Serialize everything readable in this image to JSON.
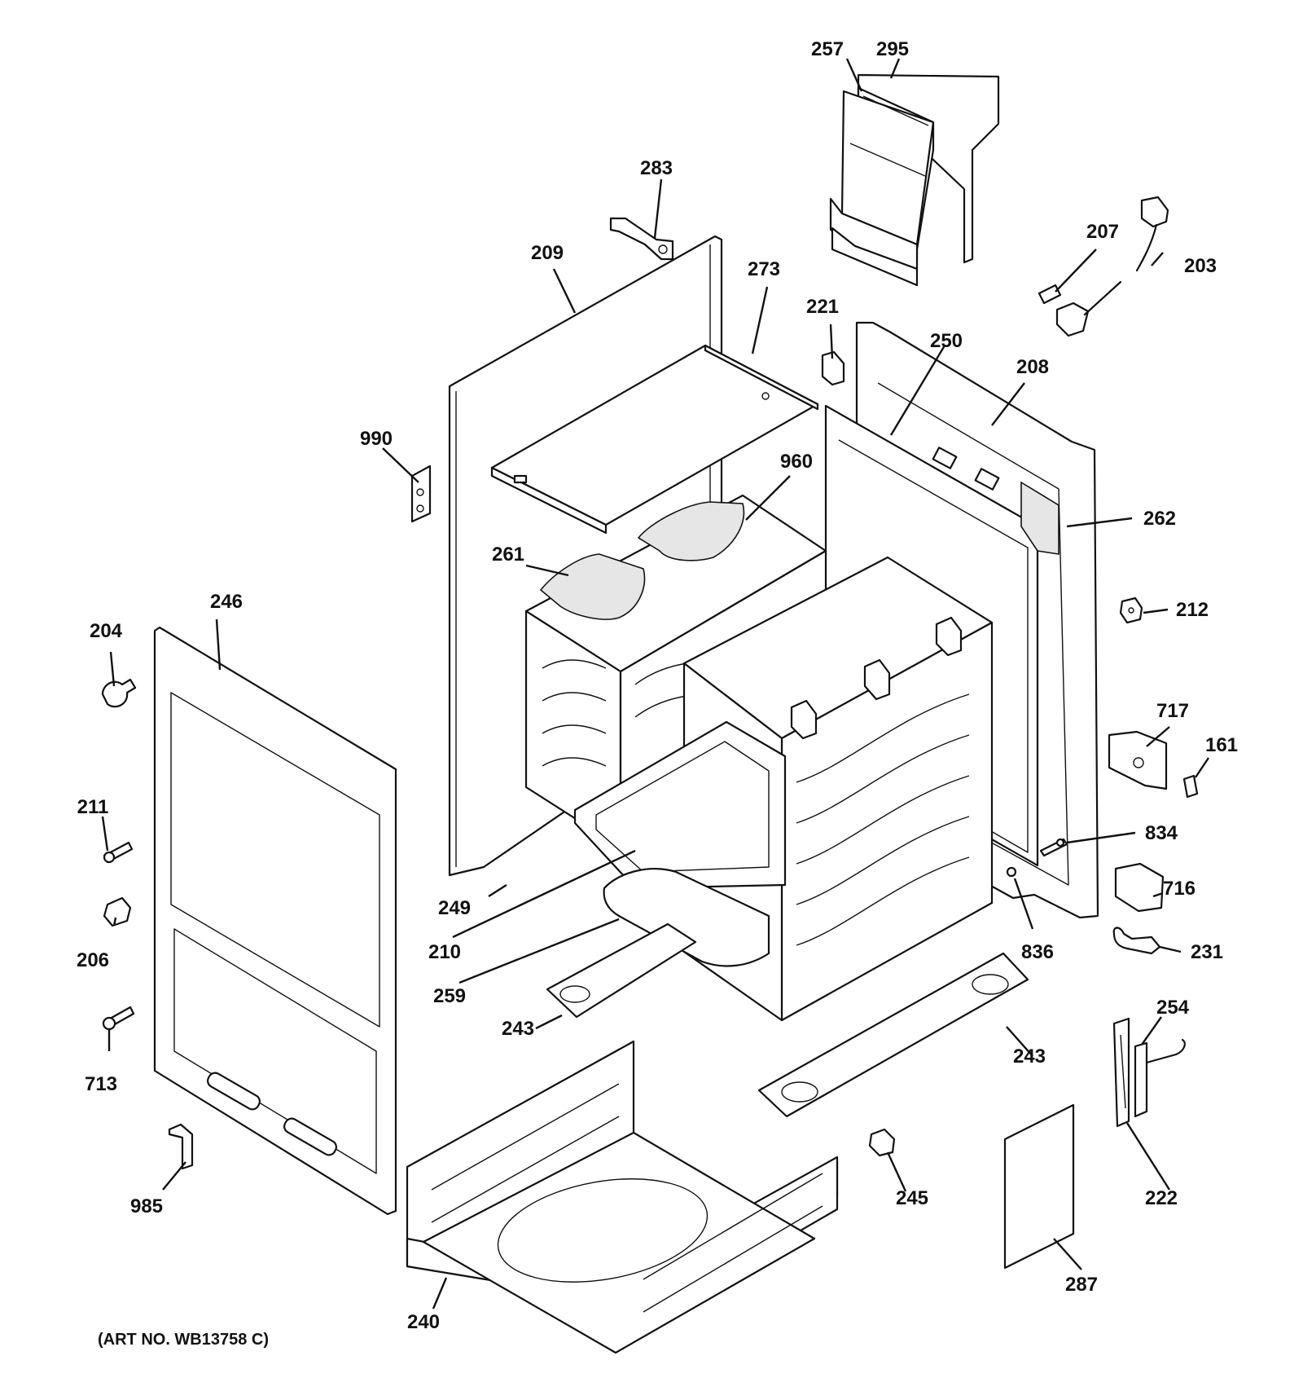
{
  "art_number": "(ART NO. WB13758 C)",
  "callouts": {
    "c257": "257",
    "c295": "295",
    "c283": "283",
    "c209": "209",
    "c273": "273",
    "c221": "221",
    "c250": "250",
    "c208": "208",
    "c207": "207",
    "c203": "203",
    "c990": "990",
    "c960": "960",
    "c262": "262",
    "c261": "261",
    "c246": "246",
    "c204": "204",
    "c212": "212",
    "c717": "717",
    "c161": "161",
    "c211": "211",
    "c834": "834",
    "c206": "206",
    "c249": "249",
    "c716": "716",
    "c210": "210",
    "c836": "836",
    "c231": "231",
    "c259": "259",
    "c713": "713",
    "c243a": "243",
    "c254": "254",
    "c243b": "243",
    "c985": "985",
    "c245": "245",
    "c222": "222",
    "c240": "240",
    "c287": "287"
  }
}
